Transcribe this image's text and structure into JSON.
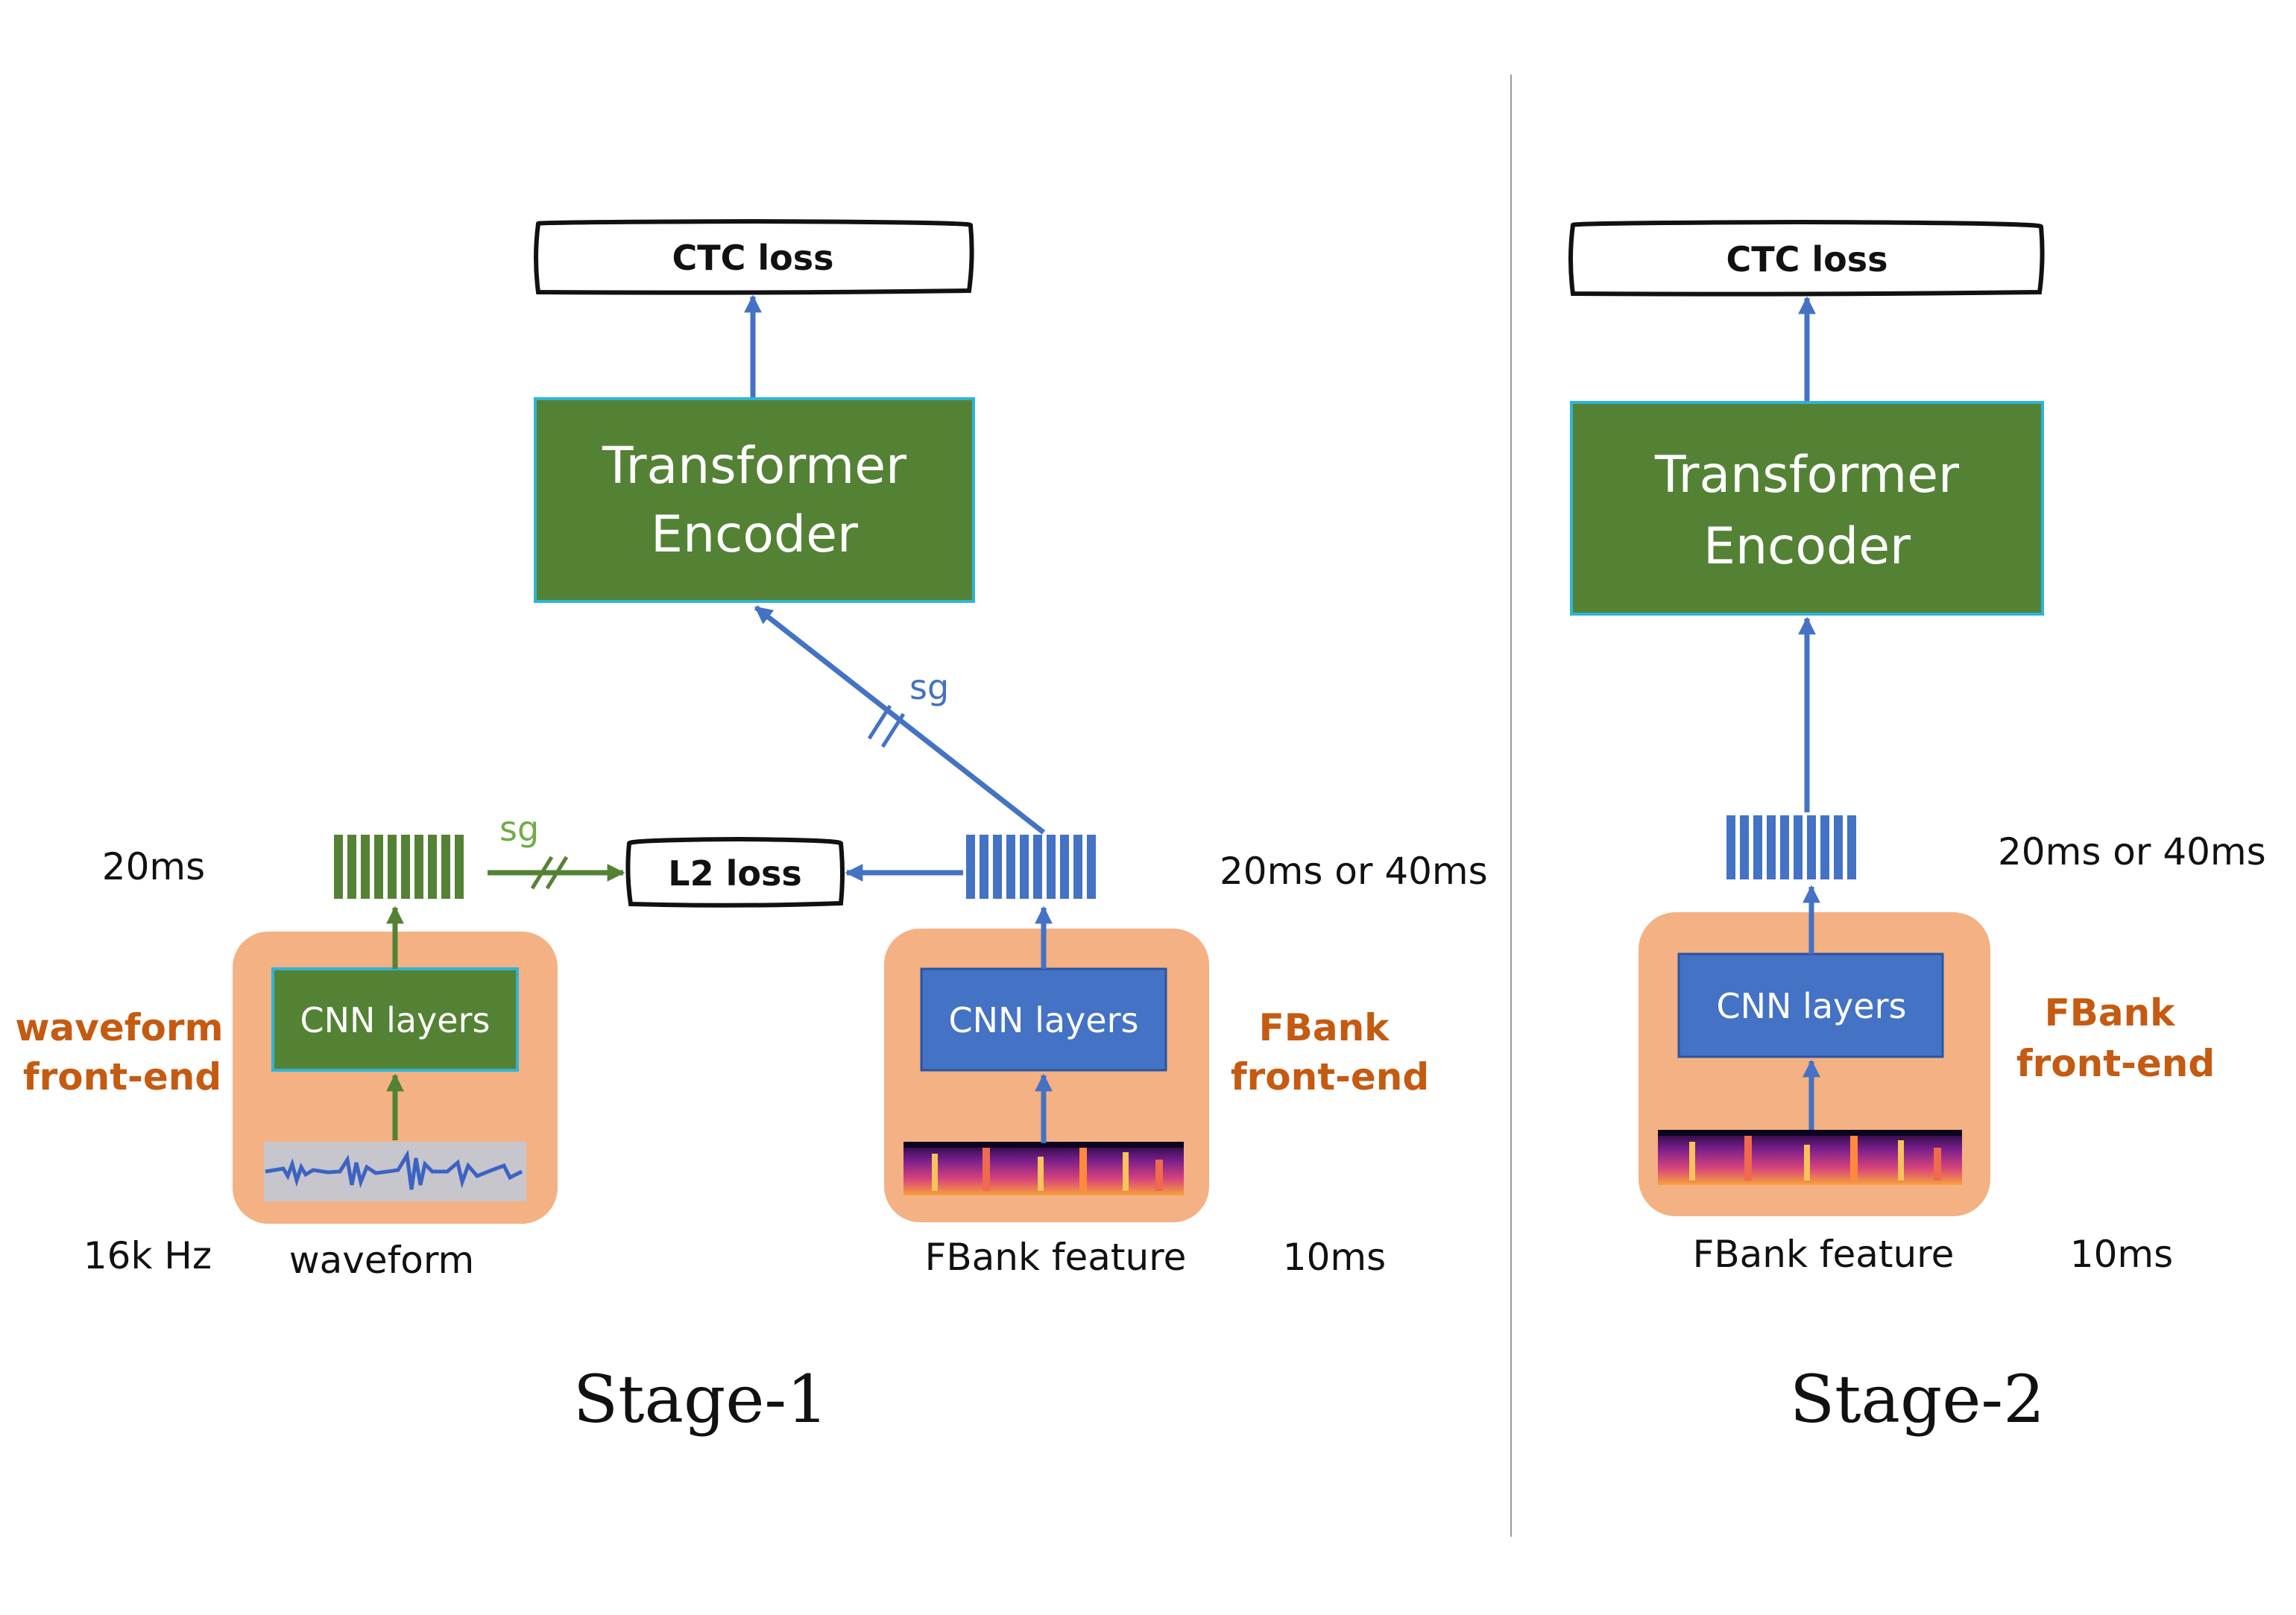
{
  "stage1": {
    "title": "Stage-1",
    "ctc_loss": "CTC loss",
    "encoder_line1": "Transformer",
    "encoder_line2": "Encoder",
    "l2_loss": "L2 loss",
    "sg_upper": "sg",
    "sg_lower": "sg",
    "waveform_frontend": {
      "label_line1": "waveform",
      "label_line2": "front-end",
      "cnn_label": "CNN layers",
      "frame_rate": "20ms",
      "sample_rate": "16k Hz",
      "input_label": "waveform"
    },
    "fbank_frontend": {
      "label_line1": "FBank",
      "label_line2": "front-end",
      "cnn_label": "CNN layers",
      "frame_rate": "20ms or 40ms",
      "input_rate": "10ms",
      "input_label": "FBank feature"
    }
  },
  "stage2": {
    "title": "Stage-2",
    "ctc_loss": "CTC loss",
    "encoder_line1": "Transformer",
    "encoder_line2": "Encoder",
    "fbank_frontend": {
      "label_line1": "FBank",
      "label_line2": "front-end",
      "cnn_label": "CNN layers",
      "frame_rate": "20ms or 40ms",
      "input_rate": "10ms",
      "input_label": "FBank feature"
    }
  },
  "colors": {
    "green": "#548235",
    "green_light": "#70ad47",
    "blue": "#4472c4",
    "orange_bg": "#f4b183",
    "orange_text": "#c55a11",
    "cyan_border": "#2eb4d8"
  }
}
